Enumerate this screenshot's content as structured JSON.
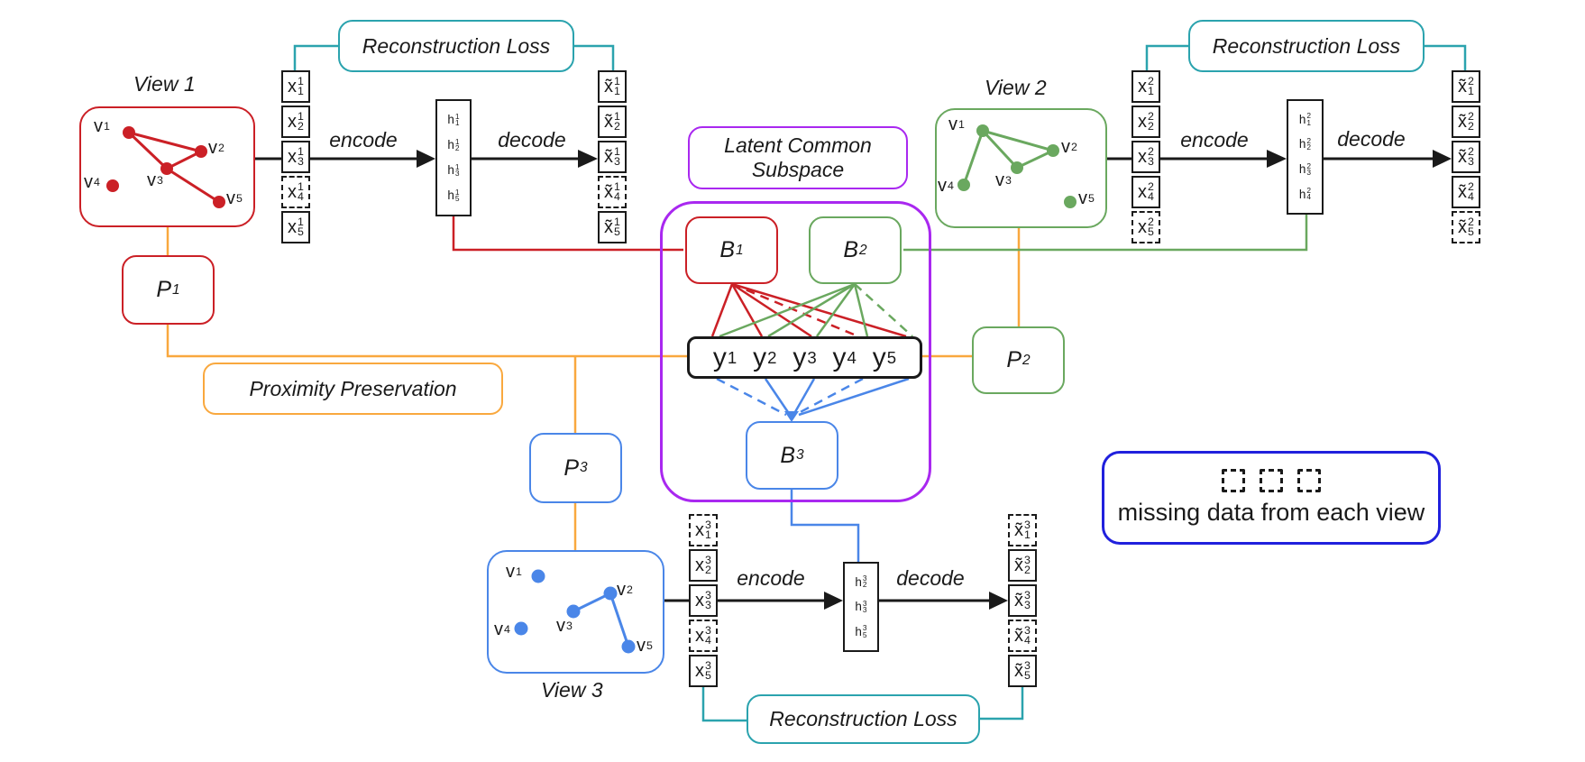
{
  "palette": {
    "red": "#cb2026",
    "green": "#6aa85f",
    "blue": "#4a86e8",
    "teal": "#2ba3ae",
    "orange": "#f9a83e",
    "purple": "#a928f0",
    "navy": "#2020dd",
    "ink": "#1a1a1a"
  },
  "views": [
    {
      "title": "View 1",
      "encode_label": "encode",
      "decode_label": "decode",
      "recon_label": "Reconstruction Loss",
      "p_label": {
        "base": "P",
        "sup": "1"
      },
      "nodes": [
        {
          "base": "v",
          "sub": "1"
        },
        {
          "base": "v",
          "sub": "2"
        },
        {
          "base": "v",
          "sub": "3"
        },
        {
          "base": "v",
          "sub": "4"
        },
        {
          "base": "v",
          "sub": "5"
        }
      ],
      "x_cells": [
        {
          "base": "x",
          "sub": "1",
          "sup": "1",
          "dashed": false
        },
        {
          "base": "x",
          "sub": "2",
          "sup": "1",
          "dashed": false
        },
        {
          "base": "x",
          "sub": "3",
          "sup": "1",
          "dashed": false
        },
        {
          "base": "x",
          "sub": "4",
          "sup": "1",
          "dashed": true
        },
        {
          "base": "x",
          "sub": "5",
          "sup": "1",
          "dashed": false
        }
      ],
      "h_cells": [
        {
          "base": "h",
          "sub": "1",
          "sup": "1"
        },
        {
          "base": "h",
          "sub": "2",
          "sup": "1"
        },
        {
          "base": "h",
          "sub": "3",
          "sup": "1"
        },
        {
          "base": "h",
          "sub": "5",
          "sup": "1"
        }
      ],
      "xt_cells": [
        {
          "base": "x̃",
          "sub": "1",
          "sup": "1",
          "dashed": false
        },
        {
          "base": "x̃",
          "sub": "2",
          "sup": "1",
          "dashed": false
        },
        {
          "base": "x̃",
          "sub": "3",
          "sup": "1",
          "dashed": false
        },
        {
          "base": "x̃",
          "sub": "4",
          "sup": "1",
          "dashed": true
        },
        {
          "base": "x̃",
          "sub": "5",
          "sup": "1",
          "dashed": false
        }
      ]
    },
    {
      "title": "View 2",
      "encode_label": "encode",
      "decode_label": "decode",
      "recon_label": "Reconstruction Loss",
      "p_label": {
        "base": "P",
        "sup": "2"
      },
      "nodes": [
        {
          "base": "v",
          "sub": "1"
        },
        {
          "base": "v",
          "sub": "2"
        },
        {
          "base": "v",
          "sub": "3"
        },
        {
          "base": "v",
          "sub": "4"
        },
        {
          "base": "v",
          "sub": "5"
        }
      ],
      "x_cells": [
        {
          "base": "x",
          "sub": "1",
          "sup": "2",
          "dashed": false
        },
        {
          "base": "x",
          "sub": "2",
          "sup": "2",
          "dashed": false
        },
        {
          "base": "x",
          "sub": "3",
          "sup": "2",
          "dashed": false
        },
        {
          "base": "x",
          "sub": "4",
          "sup": "2",
          "dashed": false
        },
        {
          "base": "x",
          "sub": "5",
          "sup": "2",
          "dashed": true
        }
      ],
      "h_cells": [
        {
          "base": "h",
          "sub": "1",
          "sup": "2"
        },
        {
          "base": "h",
          "sub": "2",
          "sup": "2"
        },
        {
          "base": "h",
          "sub": "3",
          "sup": "2"
        },
        {
          "base": "h",
          "sub": "4",
          "sup": "2"
        }
      ],
      "xt_cells": [
        {
          "base": "x̃",
          "sub": "1",
          "sup": "2",
          "dashed": false
        },
        {
          "base": "x̃",
          "sub": "2",
          "sup": "2",
          "dashed": false
        },
        {
          "base": "x̃",
          "sub": "3",
          "sup": "2",
          "dashed": false
        },
        {
          "base": "x̃",
          "sub": "4",
          "sup": "2",
          "dashed": false
        },
        {
          "base": "x̃",
          "sub": "5",
          "sup": "2",
          "dashed": true
        }
      ]
    },
    {
      "title": "View 3",
      "encode_label": "encode",
      "decode_label": "decode",
      "recon_label": "Reconstruction Loss",
      "p_label": {
        "base": "P",
        "sup": "3"
      },
      "nodes": [
        {
          "base": "v",
          "sub": "1"
        },
        {
          "base": "v",
          "sub": "2"
        },
        {
          "base": "v",
          "sub": "3"
        },
        {
          "base": "v",
          "sub": "4"
        },
        {
          "base": "v",
          "sub": "5"
        }
      ],
      "x_cells": [
        {
          "base": "x",
          "sub": "1",
          "sup": "3",
          "dashed": true
        },
        {
          "base": "x",
          "sub": "2",
          "sup": "3",
          "dashed": false
        },
        {
          "base": "x",
          "sub": "3",
          "sup": "3",
          "dashed": false
        },
        {
          "base": "x",
          "sub": "4",
          "sup": "3",
          "dashed": true
        },
        {
          "base": "x",
          "sub": "5",
          "sup": "3",
          "dashed": false
        }
      ],
      "h_cells": [
        {
          "base": "h",
          "sub": "2",
          "sup": "3"
        },
        {
          "base": "h",
          "sub": "3",
          "sup": "3"
        },
        {
          "base": "h",
          "sub": "5",
          "sup": "3"
        }
      ],
      "xt_cells": [
        {
          "base": "x̃",
          "sub": "1",
          "sup": "3",
          "dashed": true
        },
        {
          "base": "x̃",
          "sub": "2",
          "sup": "3",
          "dashed": false
        },
        {
          "base": "x̃",
          "sub": "3",
          "sup": "3",
          "dashed": false
        },
        {
          "base": "x̃",
          "sub": "4",
          "sup": "3",
          "dashed": true
        },
        {
          "base": "x̃",
          "sub": "5",
          "sup": "3",
          "dashed": false
        }
      ]
    }
  ],
  "latent": {
    "title_line1": "Latent Common",
    "title_line2": "Subspace",
    "b1": {
      "base": "B",
      "sup": "1"
    },
    "b2": {
      "base": "B",
      "sup": "2"
    },
    "b3": {
      "base": "B",
      "sup": "3"
    },
    "y_cells": [
      {
        "base": "y",
        "sub": "1"
      },
      {
        "base": "y",
        "sub": "2"
      },
      {
        "base": "y",
        "sub": "3"
      },
      {
        "base": "y",
        "sub": "4"
      },
      {
        "base": "y",
        "sub": "5"
      }
    ]
  },
  "proximity_label": "Proximity Preservation",
  "legend": {
    "text": "missing data from each view"
  }
}
